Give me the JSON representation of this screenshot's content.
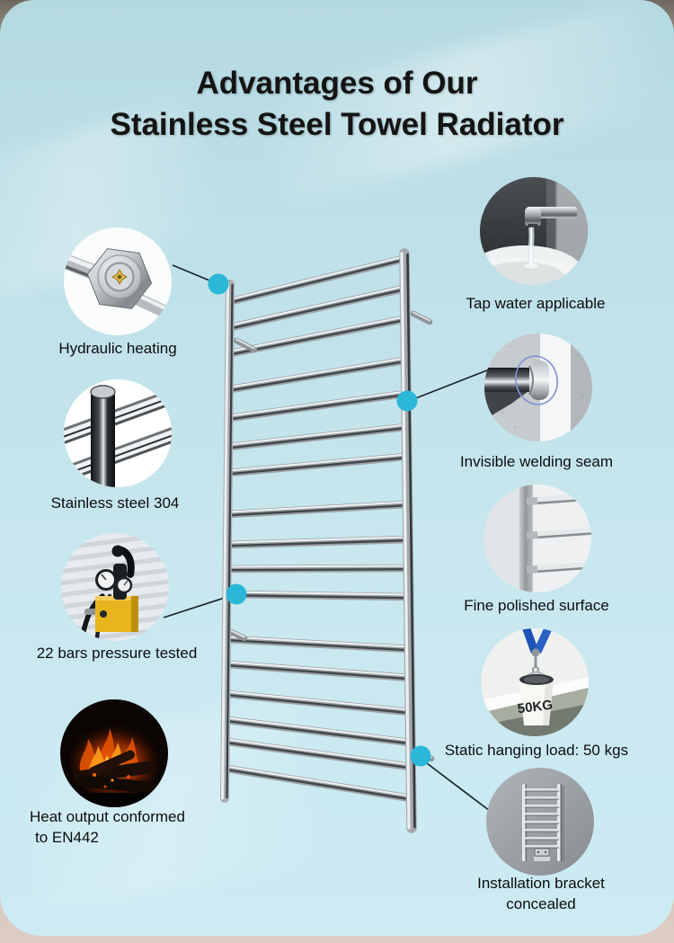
{
  "title": {
    "line1": "Advantages of Our",
    "line2": "Stainless Steel Towel Radiator"
  },
  "colors": {
    "accent_dot": "#2bb8d8",
    "connector_line": "#17262c",
    "card_top": "#b5d9e1",
    "card_bottom": "#ccebf3",
    "title_text": "#141414",
    "label_text": "#0d0d0d"
  },
  "features": {
    "hydraulic": {
      "label": "Hydraulic heating",
      "icon": "hydraulic-valve-photo"
    },
    "steel304": {
      "label": "Stainless steel 304",
      "icon": "chrome-tube-photo"
    },
    "pressure": {
      "label": "22 bars pressure tested",
      "icon": "pressure-pump-photo"
    },
    "heat": {
      "line1": "Heat output conformed",
      "line2": "to EN442",
      "icon": "fireplace-photo"
    },
    "tap": {
      "label": "Tap water applicable",
      "icon": "faucet-photo"
    },
    "weld": {
      "label": "Invisible welding seam",
      "icon": "welding-seam-photo"
    },
    "polish": {
      "label": "Fine polished surface",
      "icon": "polished-rails-photo"
    },
    "load": {
      "label": "Static hanging load: 50 kgs",
      "bucket_text": "50KG",
      "icon": "hanging-bucket-photo"
    },
    "bracket": {
      "line1": "Installation bracket",
      "line2": "concealed",
      "icon": "mounted-radiator-photo"
    }
  }
}
